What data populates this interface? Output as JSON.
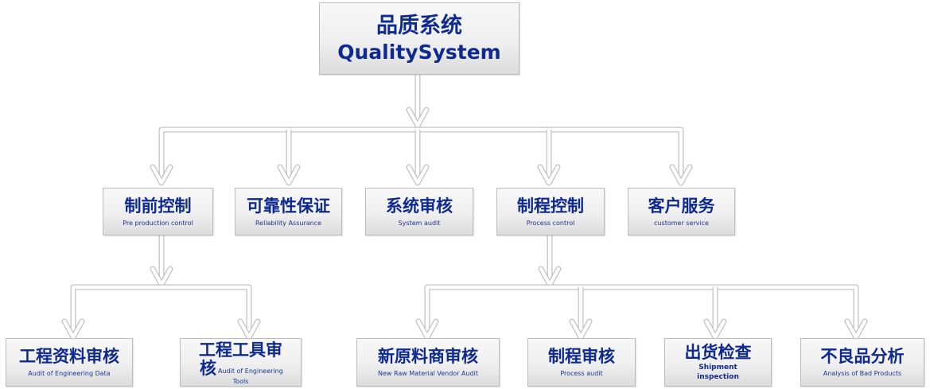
{
  "root": {
    "zh": "品质系统",
    "en": "QualitySystem"
  },
  "level2": [
    {
      "zh": "制前控制",
      "en": "Pre production  control"
    },
    {
      "zh": "可靠性保证",
      "en": "Reliability Assurance"
    },
    {
      "zh": "系统审核",
      "en": "System audit"
    },
    {
      "zh": "制程控制",
      "en": "Process  control"
    },
    {
      "zh": "客户服务",
      "en": "customer service"
    }
  ],
  "level3": [
    {
      "parent": "制前控制",
      "zh": "工程资料审核",
      "en": "Audit of Engineering  Data"
    },
    {
      "parent": "制前控制",
      "zh_line1": "工程工具审",
      "zh_line2": "核",
      "en_line1": "Audit of Engineering",
      "en_line2": "Tools"
    },
    {
      "parent": "制程控制",
      "zh": "新原料商审核",
      "en": "New Raw Material Vendor Audit"
    },
    {
      "parent": "制程控制",
      "zh": "制程审核",
      "en": "Process  audit"
    },
    {
      "parent": "制程控制",
      "zh": "出货检查",
      "en_line1": "Shipment",
      "en_line2": "inspection"
    },
    {
      "parent": "制程控制",
      "zh": "不良品分析",
      "en": "Analysis of Bad Products"
    }
  ],
  "colors": {
    "text": "#0f2a8f",
    "connector": "#c4c4c4",
    "box_border": "#bdbdbd"
  }
}
